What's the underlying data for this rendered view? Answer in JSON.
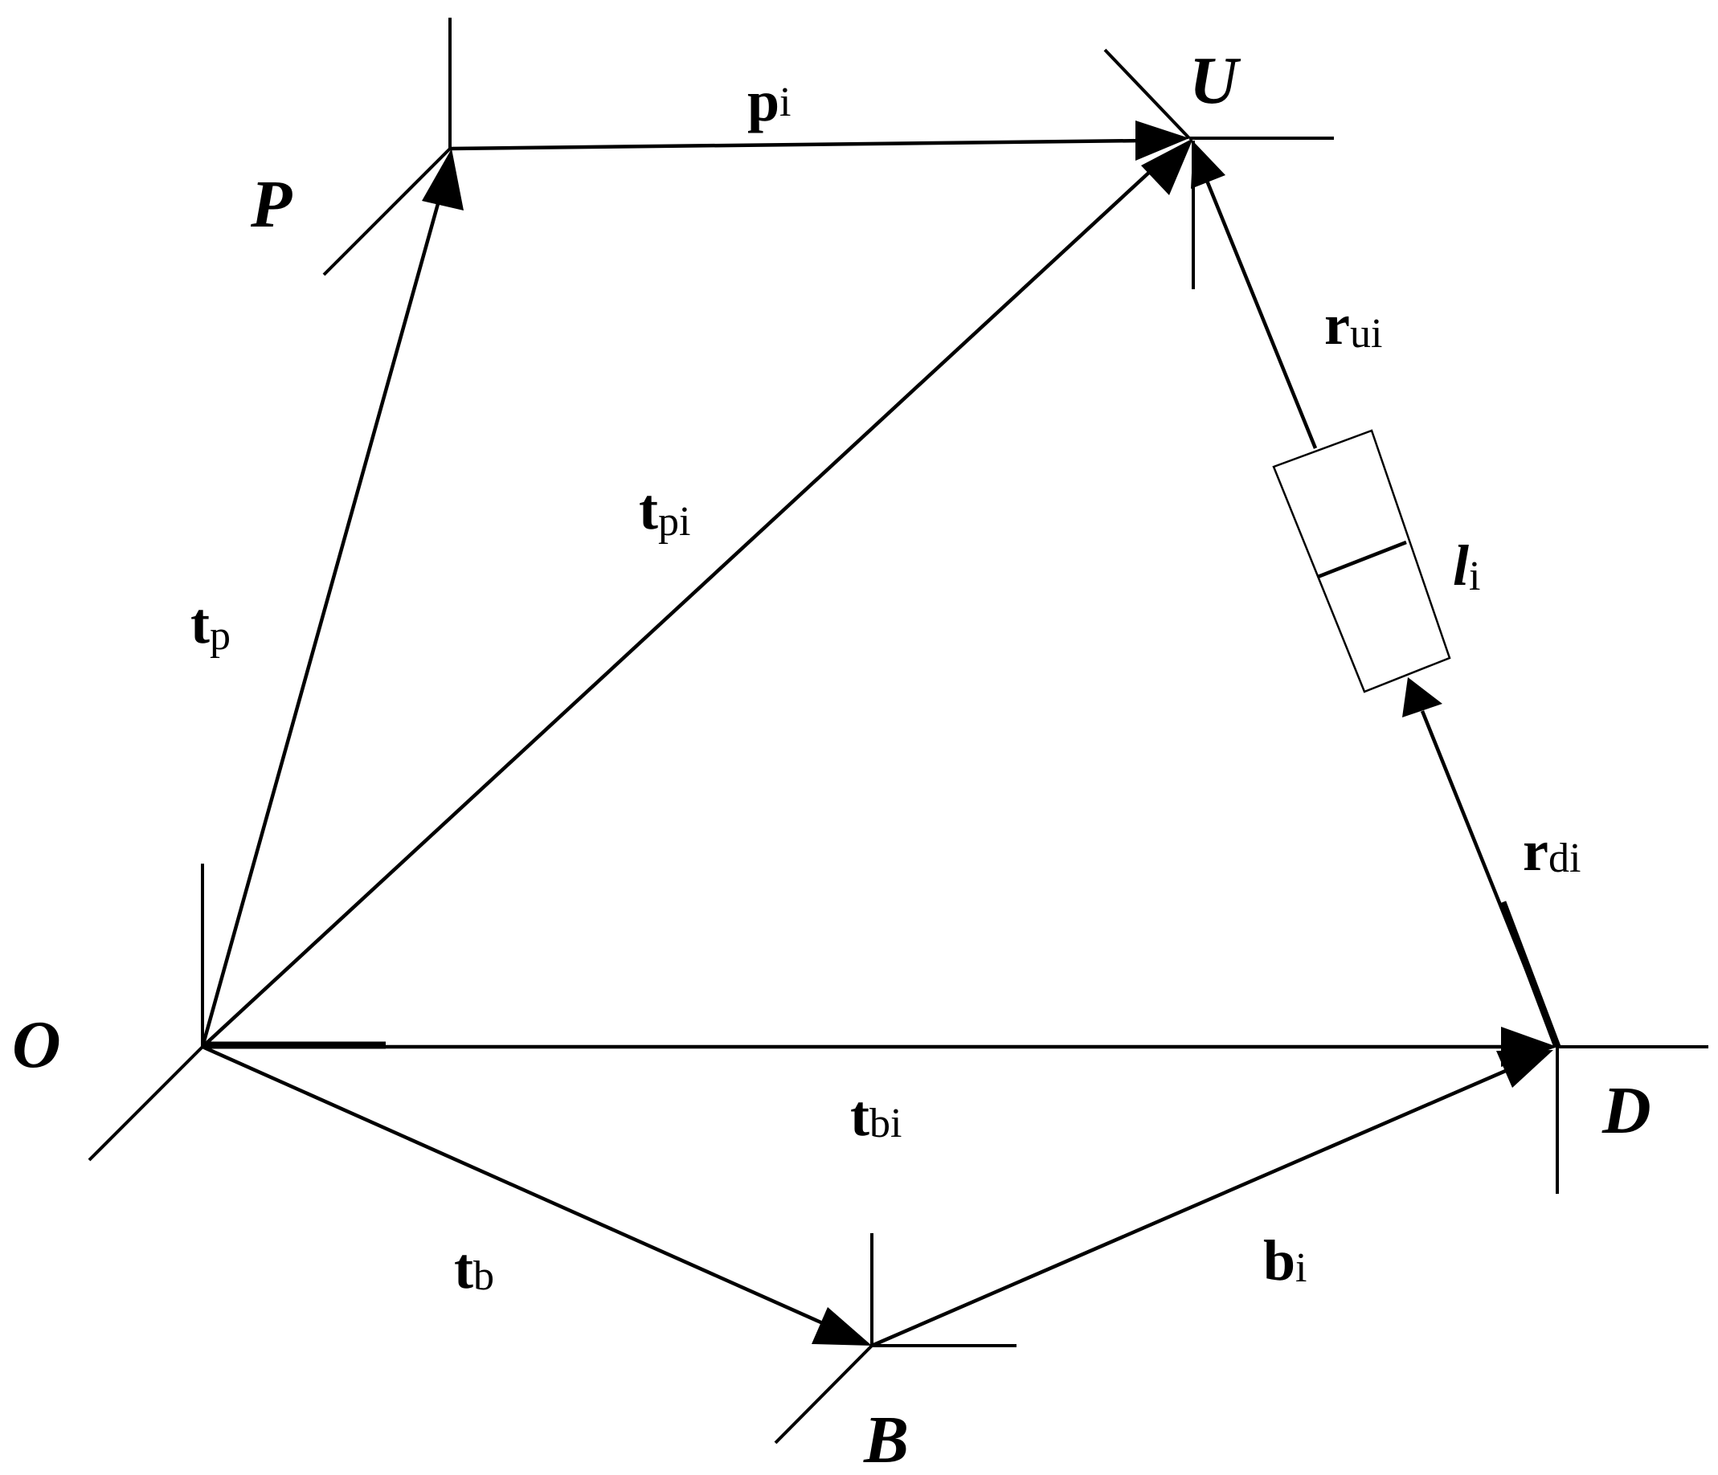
{
  "points": {
    "O": "O",
    "P": "P",
    "U": "U",
    "B": "B",
    "D": "D"
  },
  "vectors": {
    "tp": {
      "main": "t",
      "sub": "p"
    },
    "tpi": {
      "main": "t",
      "sub": "pi"
    },
    "pi": {
      "main": "p",
      "sub": "i"
    },
    "rui": {
      "main": "r",
      "sub": "ui"
    },
    "li": {
      "main": "l",
      "sub": "i"
    },
    "rdi": {
      "main": "r",
      "sub": "di"
    },
    "tbi": {
      "main": "t",
      "sub": "bi"
    },
    "tb": {
      "main": "t",
      "sub": "b"
    },
    "bi": {
      "main": "b",
      "sub": "i"
    }
  }
}
